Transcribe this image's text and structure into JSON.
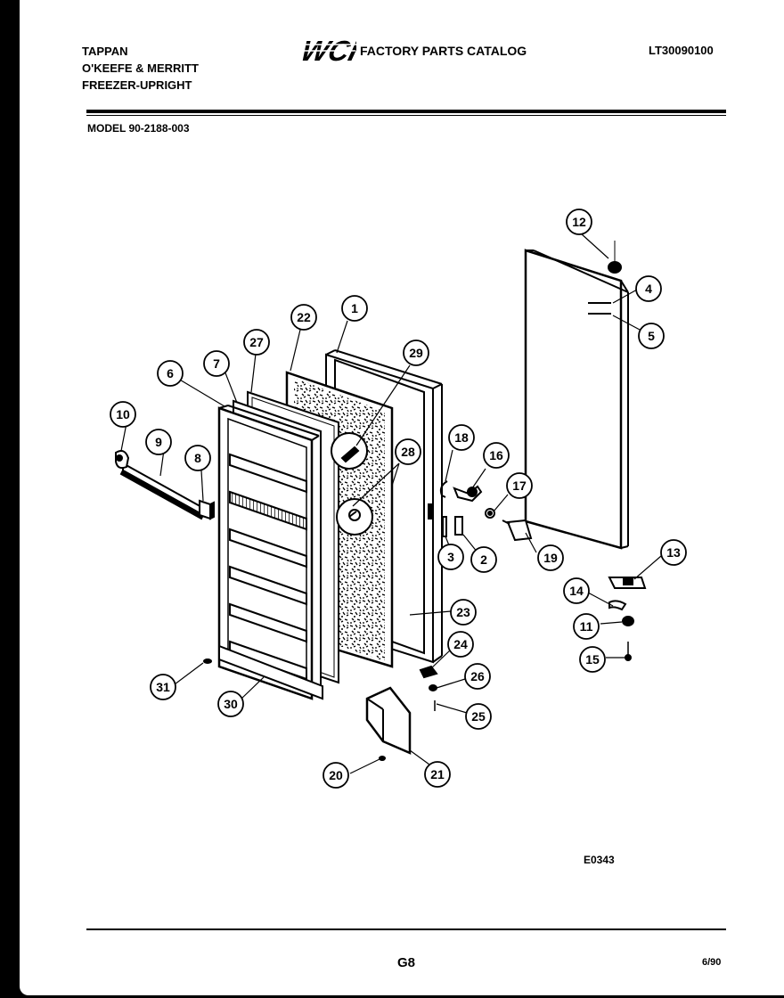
{
  "header": {
    "brand_lines": [
      "TAPPAN",
      "O'KEEFE & MERRITT",
      "FREEZER-UPRIGHT"
    ],
    "logo_text": "WCI",
    "catalog_title": "FACTORY PARTS CATALOG",
    "catalog_number": "LT30090100"
  },
  "model_line": "MODEL 90-2188-003",
  "diagram": {
    "callouts": [
      "1",
      "2",
      "3",
      "4",
      "5",
      "6",
      "7",
      "8",
      "9",
      "10",
      "11",
      "12",
      "13",
      "14",
      "15",
      "16",
      "17",
      "18",
      "19",
      "20",
      "21",
      "22",
      "23",
      "24",
      "25",
      "26",
      "27",
      "28",
      "29",
      "30",
      "31"
    ],
    "figure_code": "E0343"
  },
  "footer": {
    "page": "G8",
    "date": "6/90"
  },
  "colors": {
    "ink": "#000000",
    "paper": "#ffffff"
  }
}
